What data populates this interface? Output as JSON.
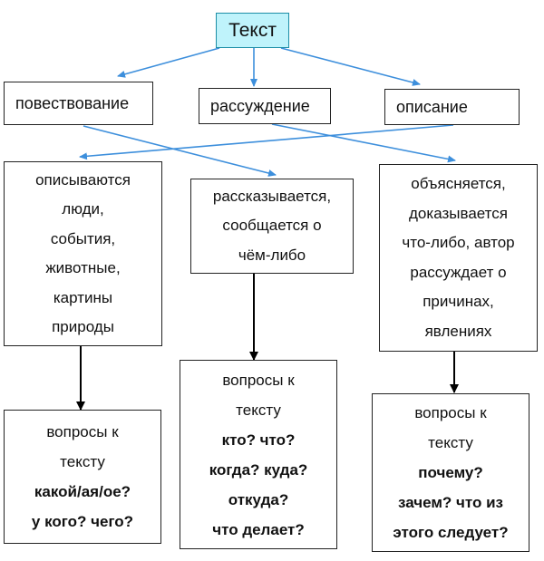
{
  "root": {
    "label": "Текст"
  },
  "types": [
    {
      "label": "повествование"
    },
    {
      "label": "рассуждение"
    },
    {
      "label": "описание"
    }
  ],
  "descriptions": {
    "description": [
      "описываются",
      "люди,",
      "события,",
      "животные,",
      "картины",
      "природы"
    ],
    "narration": [
      "рассказывается,",
      "сообщается о",
      "чём-либо"
    ],
    "reasoning": [
      "объясняется,",
      "доказывается",
      "что-либо, автор",
      "рассуждает о",
      "причинах,",
      "явлениях"
    ]
  },
  "questions": {
    "description": {
      "heading": [
        "вопросы к",
        "тексту"
      ],
      "items": [
        "какой/ая/ое?",
        "у кого? чего?"
      ]
    },
    "narration": {
      "heading": [
        "вопросы к",
        "тексту"
      ],
      "items": [
        "кто? что?",
        "когда? куда?",
        "откуда?",
        "что делает?"
      ]
    },
    "reasoning": {
      "heading": [
        "вопросы к",
        "тексту"
      ],
      "items": [
        "почему?",
        "зачем? что из",
        "этого следует?"
      ]
    }
  },
  "colors": {
    "root_fill": "#bff3fb",
    "root_border": "#1c8ea6",
    "arrow_blue": "#3d8fdc",
    "arrow_black": "#000000"
  }
}
